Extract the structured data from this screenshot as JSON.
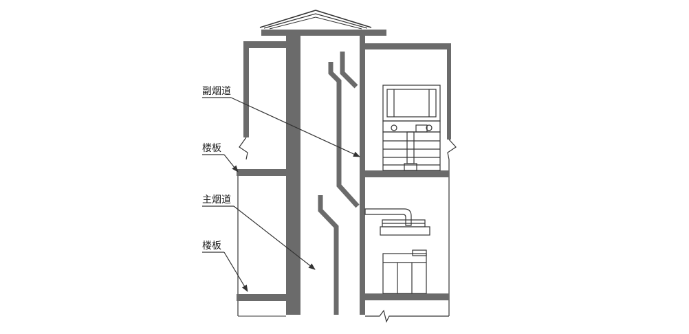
{
  "labels": {
    "secondary_flue": "副烟道",
    "floor_slab_upper": "楼板",
    "main_flue": "主烟道",
    "floor_slab_lower": "楼板"
  },
  "colors": {
    "wall": "#6b6b6b",
    "line": "#333333",
    "text": "#222222",
    "background": "#ffffff"
  }
}
